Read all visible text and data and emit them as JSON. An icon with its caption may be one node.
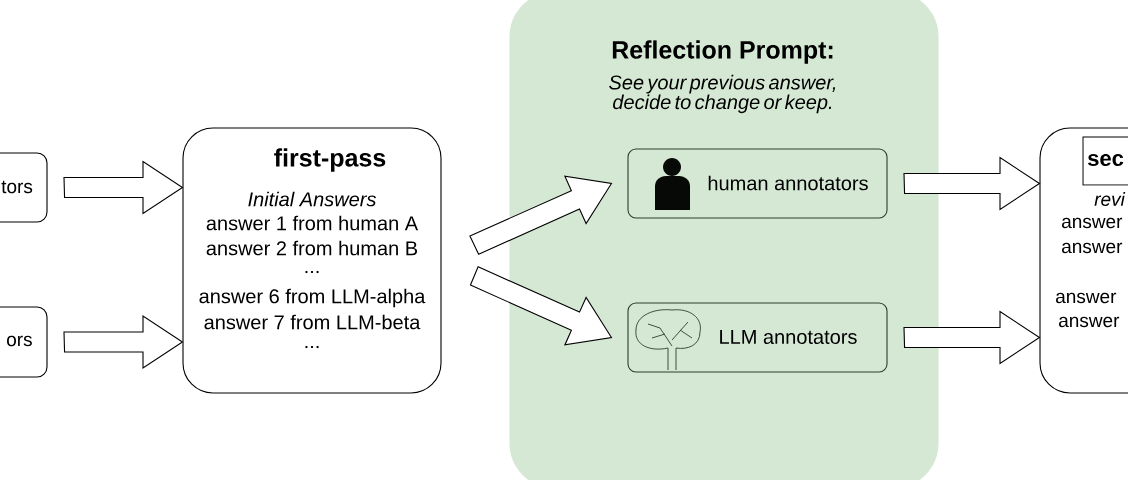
{
  "diagram": {
    "nodes": [
      {
        "text": [
          "tors"
        ]
      },
      {
        "text": [
          "ors"
        ]
      },
      {
        "text": [
          "first-pass",
          "Initial Answers",
          "answer 1 from human A",
          "answer 2 from human B",
          "...",
          "answer 6 from LLM-alpha",
          "answer 7 from LLM-beta",
          "..."
        ]
      },
      {
        "text": [
          "Reflection Prompt:",
          "See your previous answer, decide to change or keep."
        ]
      },
      {
        "text": [
          "human annotators"
        ],
        "in": 3
      },
      {
        "text": [
          "LLM annotators"
        ],
        "in": 3
      },
      {
        "text": [
          "sec",
          "revi",
          "answer",
          "answer",
          "answer",
          "answer"
        ]
      }
    ],
    "edges": [
      {
        "from": 0,
        "to": 2,
        "arrow": "to"
      },
      {
        "from": 1,
        "to": 2,
        "arrow": "to"
      },
      {
        "from": 2,
        "to": 4,
        "arrow": "to"
      },
      {
        "from": 2,
        "to": 5,
        "arrow": "to"
      },
      {
        "from": 4,
        "to": 6,
        "arrow": "to"
      },
      {
        "from": 5,
        "to": 6,
        "arrow": "to"
      }
    ]
  }
}
